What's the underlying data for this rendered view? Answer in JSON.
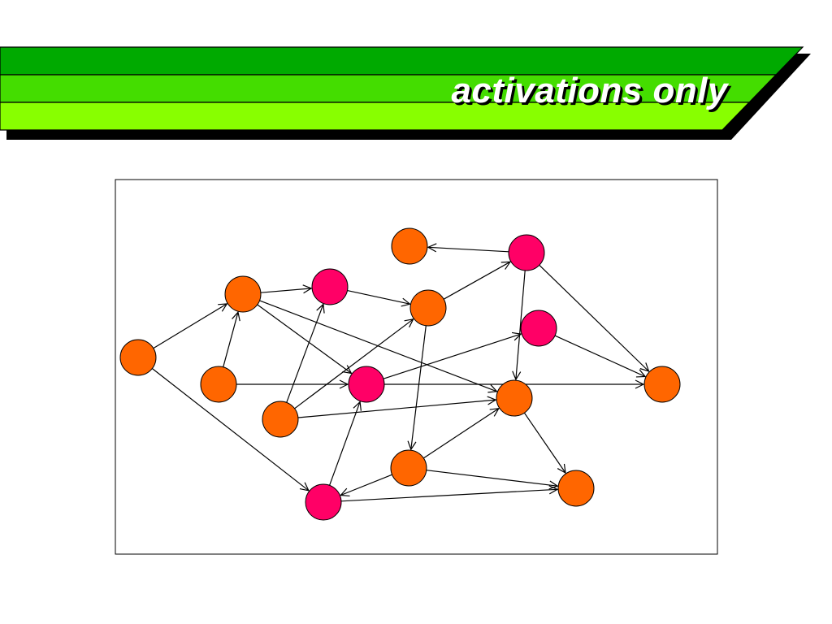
{
  "slide": {
    "title": "activations only"
  },
  "colors": {
    "band_top": "#00aa00",
    "band_middle": "#44dd00",
    "band_bottom": "#88ff00",
    "band_shadow": "#000000",
    "node_orange": "#ff6600",
    "node_pink": "#ff0066",
    "edge": "#000000",
    "frame": "#000000"
  },
  "diagram": {
    "nodes": [
      {
        "id": "n1",
        "kind": "orange"
      },
      {
        "id": "n2",
        "kind": "orange"
      },
      {
        "id": "n3",
        "kind": "orange"
      },
      {
        "id": "n4",
        "kind": "orange"
      },
      {
        "id": "n5",
        "kind": "orange"
      },
      {
        "id": "n6",
        "kind": "orange"
      },
      {
        "id": "n7",
        "kind": "orange"
      },
      {
        "id": "n8",
        "kind": "orange"
      },
      {
        "id": "n9",
        "kind": "orange"
      },
      {
        "id": "n10",
        "kind": "orange"
      },
      {
        "id": "n11",
        "kind": "orange"
      },
      {
        "id": "p1",
        "kind": "pink"
      },
      {
        "id": "p2",
        "kind": "pink"
      },
      {
        "id": "p3",
        "kind": "pink"
      },
      {
        "id": "p4",
        "kind": "pink"
      },
      {
        "id": "p5",
        "kind": "pink"
      }
    ],
    "edges": [
      {
        "from": "n3",
        "to": "n2"
      },
      {
        "from": "n3",
        "to": "p5"
      },
      {
        "from": "n4",
        "to": "n2"
      },
      {
        "from": "n4",
        "to": "p3"
      },
      {
        "from": "n2",
        "to": "p1"
      },
      {
        "from": "n2",
        "to": "p3"
      },
      {
        "from": "n2",
        "to": "n7"
      },
      {
        "from": "p1",
        "to": "n6"
      },
      {
        "from": "n6",
        "to": "p2"
      },
      {
        "from": "n6",
        "to": "n9"
      },
      {
        "from": "p2",
        "to": "n1"
      },
      {
        "from": "p2",
        "to": "n7"
      },
      {
        "from": "p2",
        "to": "n11"
      },
      {
        "from": "n5",
        "to": "p1"
      },
      {
        "from": "n5",
        "to": "n6"
      },
      {
        "from": "n5",
        "to": "n7"
      },
      {
        "from": "p3",
        "to": "p4"
      },
      {
        "from": "p3",
        "to": "n11"
      },
      {
        "from": "p4",
        "to": "n11"
      },
      {
        "from": "n9",
        "to": "n7"
      },
      {
        "from": "n9",
        "to": "p5"
      },
      {
        "from": "n9",
        "to": "n10"
      },
      {
        "from": "n7",
        "to": "n10"
      },
      {
        "from": "p5",
        "to": "p3"
      },
      {
        "from": "p5",
        "to": "n10"
      }
    ]
  }
}
